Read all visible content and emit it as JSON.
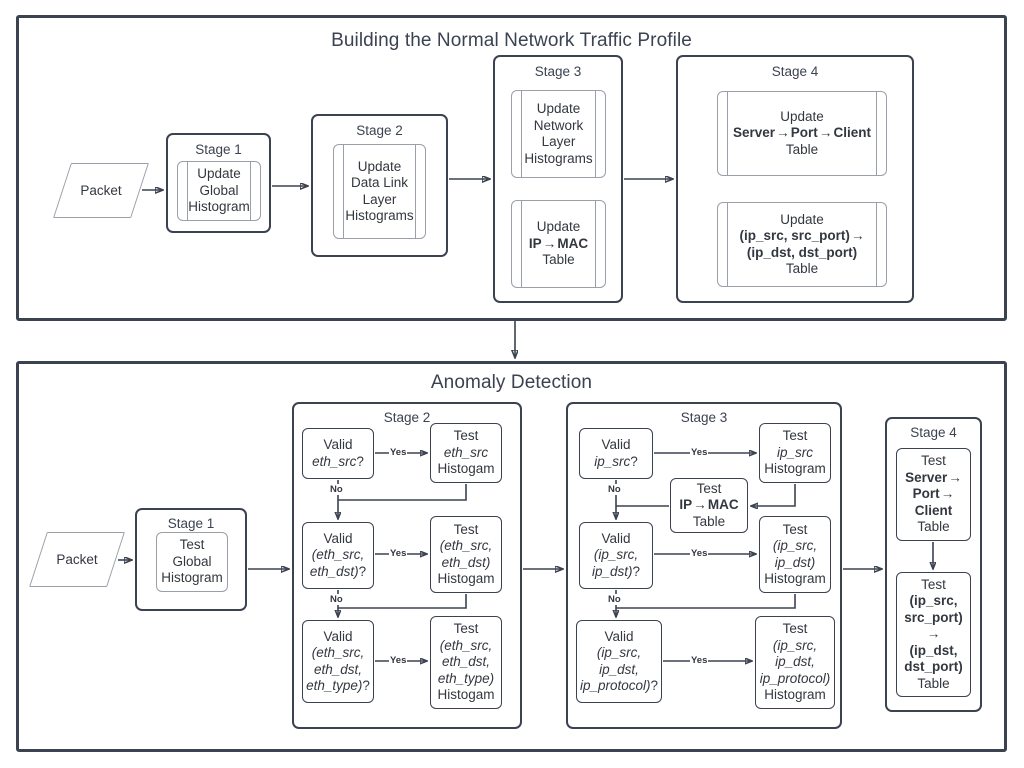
{
  "meta": {
    "accent": "#3b4250",
    "text_color": "#33373f",
    "thin_border": "#9aa0a8",
    "background": "#ffffff"
  },
  "panels": [
    {
      "id": "build-profile",
      "title": "Building the Normal Network Traffic Profile",
      "packet_label": "Packet",
      "stages": [
        {
          "label": "Stage 1",
          "nodes": [
            {
              "lines": [
                "Update",
                "Global",
                "Histogram"
              ],
              "shape": "process"
            }
          ]
        },
        {
          "label": "Stage 2",
          "nodes": [
            {
              "lines": [
                "Update",
                "Data Link",
                "Layer",
                "Histograms"
              ],
              "shape": "process"
            }
          ]
        },
        {
          "label": "Stage 3",
          "nodes": [
            {
              "lines": [
                "Update",
                "Network",
                "Layer",
                "Histograms"
              ],
              "shape": "process"
            },
            {
              "lines": [
                "Update",
                "IP → MAC",
                "Table"
              ],
              "bold_lines": [
                1
              ],
              "shape": "process"
            }
          ]
        },
        {
          "label": "Stage 4",
          "nodes": [
            {
              "lines": [
                "Update",
                "Server → Port → Client",
                "Table"
              ],
              "bold_lines": [
                1
              ],
              "shape": "process"
            },
            {
              "lines": [
                "Update",
                "(ip_src, src_port) →",
                "(ip_dst, dst_port)",
                "Table"
              ],
              "bold_lines": [
                1,
                2
              ],
              "shape": "process"
            }
          ]
        }
      ]
    },
    {
      "id": "anomaly-detection",
      "title": "Anomaly Detection",
      "packet_label": "Packet",
      "stages": [
        {
          "label": "Stage 1",
          "nodes": [
            {
              "lines": [
                "Test",
                "Global",
                "Histogram"
              ],
              "shape": "plain"
            }
          ]
        },
        {
          "label": "Stage 2",
          "nodes": [
            {
              "lines": [
                "Valid",
                "eth_src?"
              ],
              "italic_lines": [
                1
              ],
              "shape": "decision"
            },
            {
              "lines": [
                "Test",
                "eth_src",
                "Histogam"
              ],
              "italic_lines": [
                1
              ],
              "shape": "plain"
            },
            {
              "lines": [
                "Valid",
                "(eth_src,",
                "eth_dst)?"
              ],
              "italic_lines": [
                1,
                2
              ],
              "shape": "decision"
            },
            {
              "lines": [
                "Test",
                "(eth_src,",
                "eth_dst)",
                "Histogam"
              ],
              "italic_lines": [
                1,
                2
              ],
              "shape": "plain"
            },
            {
              "lines": [
                "Valid",
                "(eth_src,",
                "eth_dst,",
                "eth_type)?"
              ],
              "italic_lines": [
                1,
                2,
                3
              ],
              "shape": "decision"
            },
            {
              "lines": [
                "Test",
                "(eth_src,",
                "eth_dst,",
                "eth_type)",
                "Histogam"
              ],
              "italic_lines": [
                1,
                2,
                3
              ],
              "shape": "plain"
            }
          ]
        },
        {
          "label": "Stage 3",
          "nodes": [
            {
              "lines": [
                "Valid",
                "ip_src?"
              ],
              "italic_lines": [
                1
              ],
              "shape": "decision"
            },
            {
              "lines": [
                "Test",
                "ip_src",
                "Histogram"
              ],
              "italic_lines": [
                1
              ],
              "shape": "plain"
            },
            {
              "lines": [
                "Test",
                "IP → MAC",
                "Table"
              ],
              "bold_lines": [
                1
              ],
              "shape": "plain"
            },
            {
              "lines": [
                "Valid",
                "(ip_src,",
                "ip_dst)?"
              ],
              "italic_lines": [
                1,
                2
              ],
              "shape": "decision"
            },
            {
              "lines": [
                "Test",
                "(ip_src,",
                "ip_dst)",
                "Histogram"
              ],
              "italic_lines": [
                1,
                2
              ],
              "shape": "plain"
            },
            {
              "lines": [
                "Valid",
                "(ip_src,",
                "ip_dst,",
                "ip_protocol)?"
              ],
              "italic_lines": [
                1,
                2,
                3
              ],
              "shape": "decision"
            },
            {
              "lines": [
                "Test",
                "(ip_src,",
                "ip_dst,",
                "ip_protocol)",
                "Histogram"
              ],
              "italic_lines": [
                1,
                2,
                3
              ],
              "shape": "plain"
            }
          ]
        },
        {
          "label": "Stage 4",
          "nodes": [
            {
              "lines": [
                "Test",
                "Server →",
                "Port →",
                "Client",
                "Table"
              ],
              "bold_lines": [
                1,
                2,
                3
              ],
              "shape": "plain"
            },
            {
              "lines": [
                "Test",
                "(ip_src,",
                "src_port)",
                "→",
                "(ip_dst,",
                "dst_port)",
                "Table"
              ],
              "bold_lines": [
                1,
                2,
                3,
                4,
                5
              ],
              "shape": "plain"
            }
          ]
        }
      ]
    }
  ],
  "edge_labels": {
    "yes": "Yes",
    "no": "No"
  },
  "nodes": {
    "t_packet": "Packet",
    "t_s1_update_global": "Update\nGlobal\nHistogram",
    "t_s2_update_dll": "Update\nData Link\nLayer\nHistograms",
    "t_s3_update_net": "Update\nNetwork\nLayer\nHistograms",
    "t_s3_update_ipmac": "Update\nIP → MAC\nTable",
    "t_s4_update_spc": "Update\nServer → Port → Client\nTable",
    "t_s4_update_tuple": "Update\n(ip_src, src_port) →\n(ip_dst, dst_port)\nTable",
    "b_packet": "Packet",
    "b_s1_test_global": "Test\nGlobal\nHistogram"
  },
  "labels": {
    "stage1": "Stage 1",
    "stage2": "Stage 2",
    "stage3": "Stage 3",
    "stage4": "Stage 4",
    "top_title": "Building the Normal Network Traffic Profile",
    "bottom_title": "Anomaly Detection",
    "yes": "Yes",
    "no": "No"
  }
}
